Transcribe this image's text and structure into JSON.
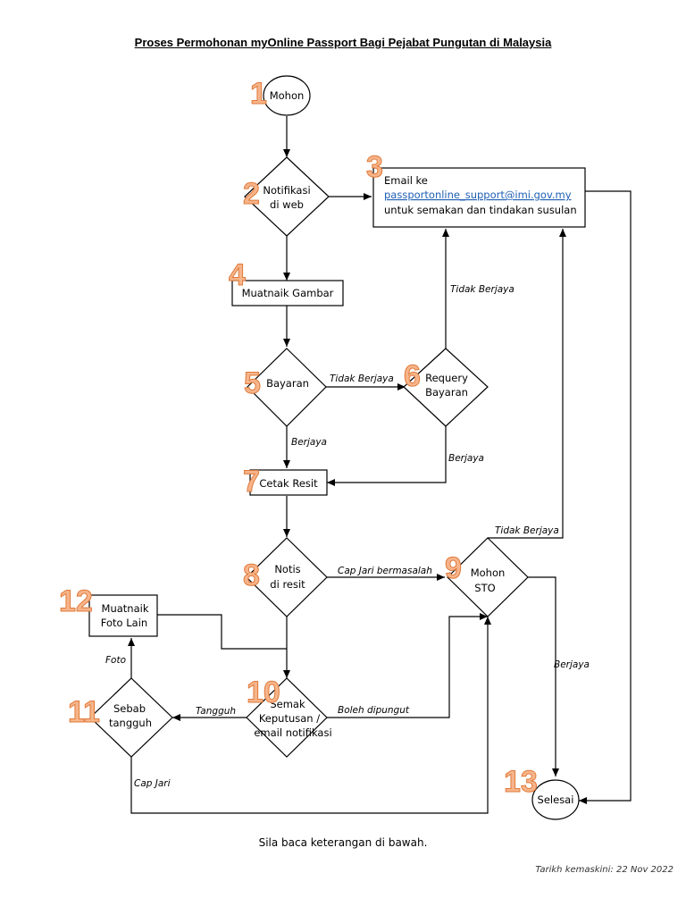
{
  "title": "Proses Permohonan myOnline Passport Bagi Pejabat Pungutan di Malaysia",
  "nodes": {
    "n1": {
      "num": "1",
      "label": "Mohon"
    },
    "n2": {
      "num": "2",
      "line1": "Notifikasi",
      "line2": "di web"
    },
    "n3": {
      "num": "3",
      "line1": "Email ke",
      "email": "passportonline_support@imi.gov.my",
      "line3": "untuk semakan dan tindakan susulan"
    },
    "n4": {
      "num": "4",
      "label": "Muatnaik Gambar"
    },
    "n5": {
      "num": "5",
      "label": "Bayaran"
    },
    "n6": {
      "num": "6",
      "line1": "Requery",
      "line2": "Bayaran"
    },
    "n7": {
      "num": "7",
      "label": "Cetak Resit"
    },
    "n8": {
      "num": "8",
      "line1": "Notis",
      "line2": "di resit"
    },
    "n9": {
      "num": "9",
      "line1": "Mohon",
      "line2": "STO"
    },
    "n10": {
      "num": "10",
      "line1": "Semak",
      "line2": "Keputusan /",
      "line3": "email notifikasi"
    },
    "n11": {
      "num": "11",
      "line1": "Sebab",
      "line2": "tangguh"
    },
    "n12": {
      "num": "12",
      "line1": "Muatnaik",
      "line2": "Foto Lain"
    },
    "n13": {
      "num": "13",
      "label": "Selesai"
    }
  },
  "edges": {
    "tidak_berjaya": "Tidak Berjaya",
    "berjaya": "Berjaya",
    "cap_jari_bermasalah": "Cap Jari bermasalah",
    "boleh_dipungut": "Boleh dipungut",
    "tangguh": "Tangguh",
    "foto": "Foto",
    "cap_jari": "Cap Jari"
  },
  "footer_note": "Sila baca keterangan di bawah.",
  "updated": "Tarikh kemaskini: 22 Nov 2022"
}
